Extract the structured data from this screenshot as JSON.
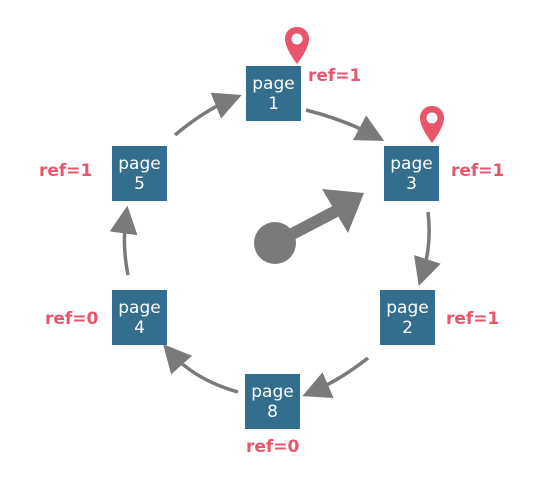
{
  "diagram": {
    "pages": [
      {
        "id": "p1",
        "word": "page",
        "number": "1",
        "ref": "ref=1",
        "pinned": true
      },
      {
        "id": "p3",
        "word": "page",
        "number": "3",
        "ref": "ref=1",
        "pinned": true
      },
      {
        "id": "p2",
        "word": "page",
        "number": "2",
        "ref": "ref=1",
        "pinned": false
      },
      {
        "id": "p8",
        "word": "page",
        "number": "8",
        "ref": "ref=0",
        "pinned": false
      },
      {
        "id": "p4",
        "word": "page",
        "number": "4",
        "ref": "ref=0",
        "pinned": false
      },
      {
        "id": "p5",
        "word": "page",
        "number": "5",
        "ref": "ref=1",
        "pinned": false
      }
    ],
    "colors": {
      "page_fill": "#336e8e",
      "page_text": "#ffffff",
      "ref_text": "#e8566b",
      "pin": "#e8566b",
      "arrow": "#7a7a7a",
      "hand": "#7a7a7a"
    },
    "icons": {
      "pin": "map-pin-icon",
      "hand": "clock-hand-icon"
    }
  }
}
